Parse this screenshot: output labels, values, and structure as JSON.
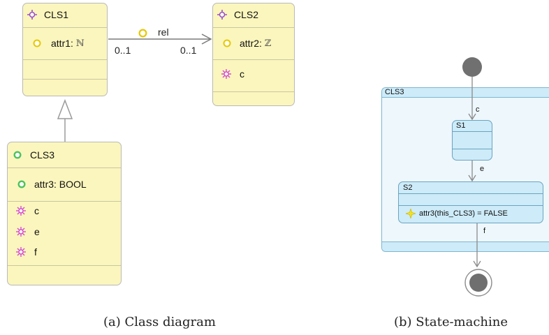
{
  "class_diagram": {
    "cls1": {
      "name": "CLS1",
      "attr_name": "attr1:",
      "attr_type": "ℕ"
    },
    "cls2": {
      "name": "CLS2",
      "attr_name": "attr2:",
      "attr_type": "ℤ",
      "event": "c"
    },
    "cls3": {
      "name": "CLS3",
      "attr": "attr3: BOOL",
      "events": [
        "c",
        "e",
        "f"
      ]
    },
    "association": {
      "name": "rel",
      "source_multiplicity": "0..1",
      "target_multiplicity": "0..1"
    },
    "caption": "(a) Class diagram"
  },
  "state_machine": {
    "container": "CLS3",
    "states": [
      "S1",
      "S2"
    ],
    "transitions": {
      "initial": "c",
      "s1_to_s2": "e",
      "s2_to_final": "f"
    },
    "s2_action": "attr3(this_CLS3) = FALSE",
    "caption": "(b) State-machine"
  },
  "colors": {
    "class_fill": "#fbf6bd",
    "state_fill": "#cdebf8",
    "container_fill": "#eef7fc",
    "attribute_icon": "#e6c800",
    "event_icon": "#d64bd2",
    "class_icon": "#9b4fc9",
    "enum_icon": "#4ec25f"
  },
  "icons": [
    "class-icon",
    "attribute-icon",
    "event-icon",
    "enum-class-icon",
    "action-star-icon"
  ]
}
